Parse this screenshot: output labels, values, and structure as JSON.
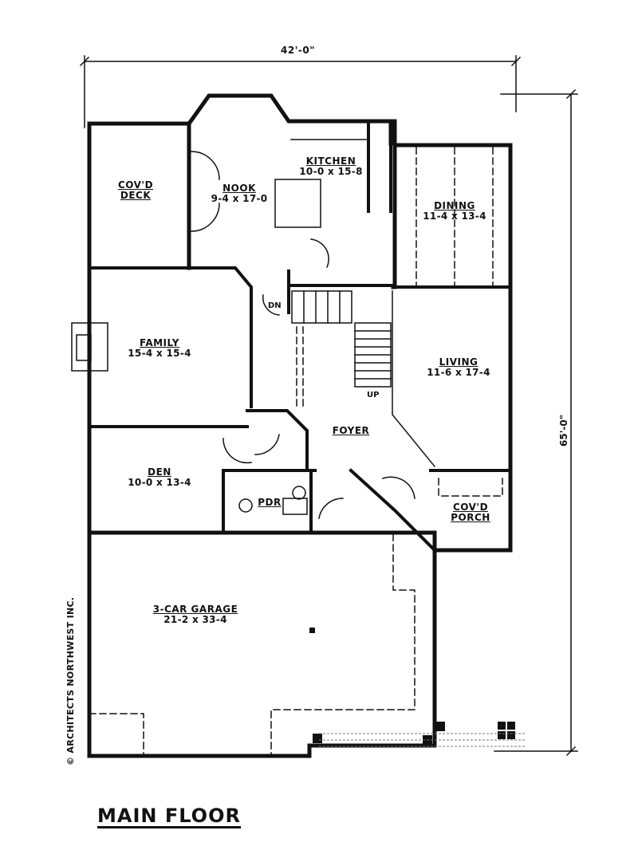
{
  "drawing": {
    "title": "MAIN FLOOR",
    "copyright": "© ARCHITECTS NORTHWEST INC.",
    "overall_width": "42'-0\"",
    "overall_depth": "65'-0\"",
    "colors": {
      "line": "#111111",
      "background": "#ffffff"
    }
  },
  "rooms": [
    {
      "id": "covd-deck",
      "name": "COV'D DECK",
      "dims": ""
    },
    {
      "id": "nook",
      "name": "NOOK",
      "dims": "9-4 x 17-0"
    },
    {
      "id": "kitchen",
      "name": "KITCHEN",
      "dims": "10-0 x 15-8"
    },
    {
      "id": "dining",
      "name": "DINING",
      "dims": "11-4 x 13-4"
    },
    {
      "id": "family",
      "name": "FAMILY",
      "dims": "15-4 x 15-4"
    },
    {
      "id": "living",
      "name": "LIVING",
      "dims": "11-6 x 17-4"
    },
    {
      "id": "foyer",
      "name": "FOYER",
      "dims": ""
    },
    {
      "id": "den",
      "name": "DEN",
      "dims": "10-0 x 13-4"
    },
    {
      "id": "pdr",
      "name": "PDR",
      "dims": ""
    },
    {
      "id": "covd-porch",
      "name": "COV'D PORCH",
      "dims": ""
    },
    {
      "id": "garage",
      "name": "3-CAR GARAGE",
      "dims": "21-2 x 33-4"
    }
  ],
  "annotations": {
    "stair_down": "DN",
    "stair_up": "UP"
  }
}
